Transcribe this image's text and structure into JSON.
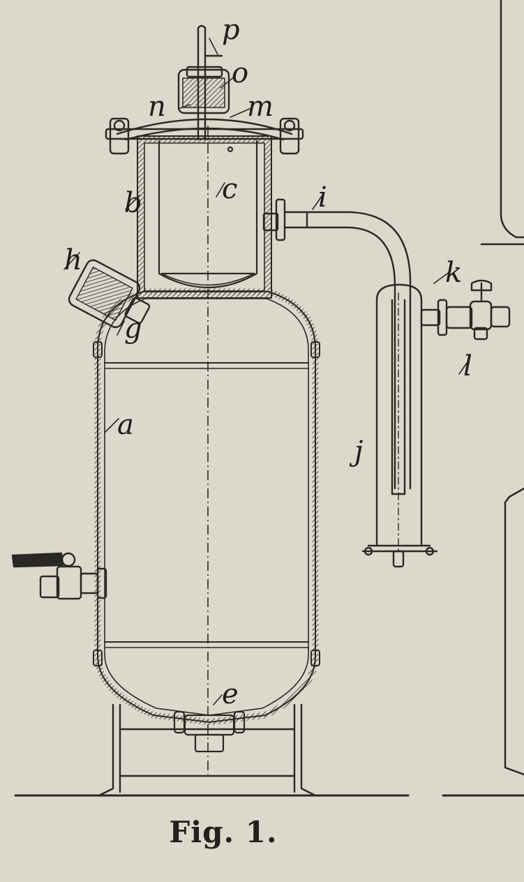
{
  "caption": "Fig. 1.",
  "labels": {
    "p": "p",
    "o": "o",
    "n": "n",
    "m": "m",
    "c": "c",
    "b": "b",
    "i": "i",
    "h": "h",
    "g": "g",
    "k": "k",
    "l": "l",
    "a": "a",
    "j": "j",
    "e": "e"
  },
  "colors": {
    "paper": "#dcd8cb",
    "ink": "#2a2824"
  }
}
